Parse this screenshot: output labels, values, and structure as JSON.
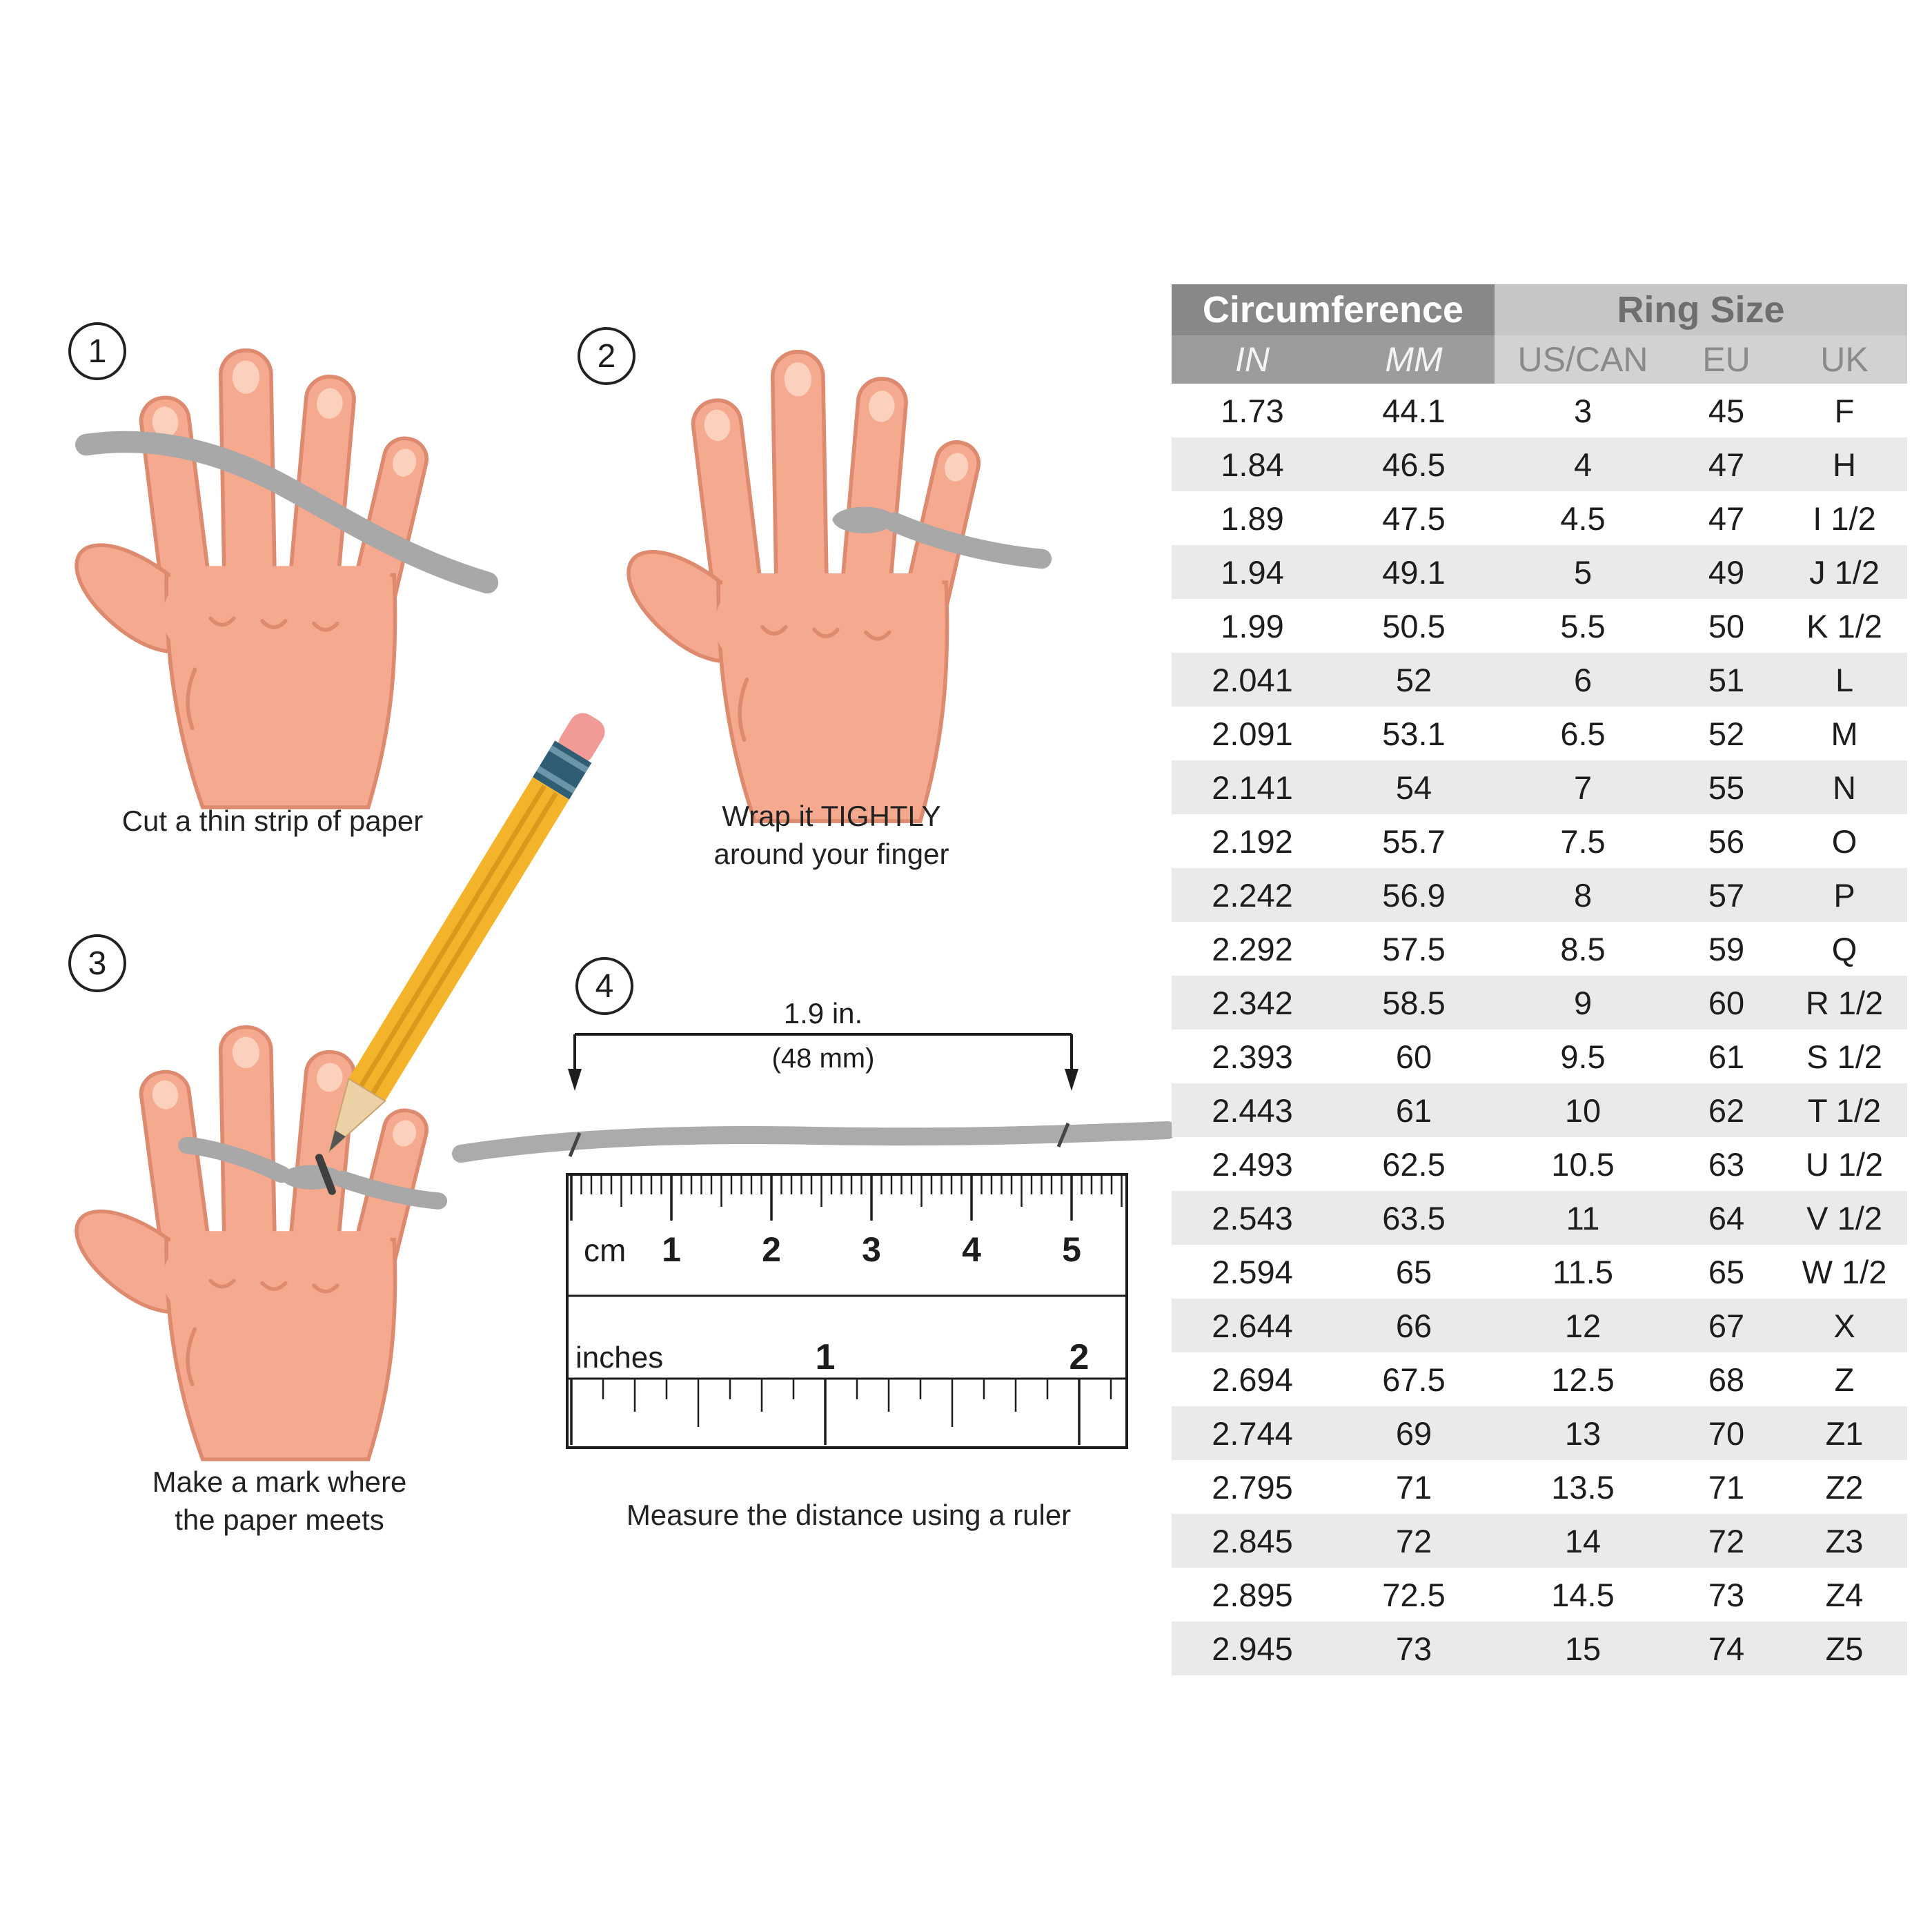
{
  "steps": [
    {
      "number": "1",
      "caption": "Cut a thin strip of paper"
    },
    {
      "number": "2",
      "caption": "Wrap it TIGHTLY\naround your finger"
    },
    {
      "number": "3",
      "caption": "Make a mark where\nthe paper meets"
    },
    {
      "number": "4",
      "caption": "Measure the distance using a ruler"
    }
  ],
  "measurement": {
    "label_top": "1.9 in.",
    "label_bottom": "(48 mm)"
  },
  "ruler": {
    "cm_label": "cm",
    "cm_numbers": [
      "1",
      "2",
      "3",
      "4",
      "5"
    ],
    "inches_label": "inches",
    "inch_numbers": [
      "1",
      "2"
    ]
  },
  "table": {
    "group_headers": [
      {
        "label": "Circumference",
        "colspan": 2
      },
      {
        "label": "Ring Size",
        "colspan": 3
      }
    ],
    "columns": [
      "IN",
      "MM",
      "US/CAN",
      "EU",
      "UK"
    ],
    "rows": [
      [
        "1.73",
        "44.1",
        "3",
        "45",
        "F"
      ],
      [
        "1.84",
        "46.5",
        "4",
        "47",
        "H"
      ],
      [
        "1.89",
        "47.5",
        "4.5",
        "47",
        "I 1/2"
      ],
      [
        "1.94",
        "49.1",
        "5",
        "49",
        "J 1/2"
      ],
      [
        "1.99",
        "50.5",
        "5.5",
        "50",
        "K 1/2"
      ],
      [
        "2.041",
        "52",
        "6",
        "51",
        "L"
      ],
      [
        "2.091",
        "53.1",
        "6.5",
        "52",
        "M"
      ],
      [
        "2.141",
        "54",
        "7",
        "55",
        "N"
      ],
      [
        "2.192",
        "55.7",
        "7.5",
        "56",
        "O"
      ],
      [
        "2.242",
        "56.9",
        "8",
        "57",
        "P"
      ],
      [
        "2.292",
        "57.5",
        "8.5",
        "59",
        "Q"
      ],
      [
        "2.342",
        "58.5",
        "9",
        "60",
        "R 1/2"
      ],
      [
        "2.393",
        "60",
        "9.5",
        "61",
        "S 1/2"
      ],
      [
        "2.443",
        "61",
        "10",
        "62",
        "T 1/2"
      ],
      [
        "2.493",
        "62.5",
        "10.5",
        "63",
        "U 1/2"
      ],
      [
        "2.543",
        "63.5",
        "11",
        "64",
        "V 1/2"
      ],
      [
        "2.594",
        "65",
        "11.5",
        "65",
        "W 1/2"
      ],
      [
        "2.644",
        "66",
        "12",
        "67",
        "X"
      ],
      [
        "2.694",
        "67.5",
        "12.5",
        "68",
        "Z"
      ],
      [
        "2.744",
        "69",
        "13",
        "70",
        "Z1"
      ],
      [
        "2.795",
        "71",
        "13.5",
        "71",
        "Z2"
      ],
      [
        "2.845",
        "72",
        "14",
        "72",
        "Z3"
      ],
      [
        "2.895",
        "72.5",
        "14.5",
        "73",
        "Z4"
      ],
      [
        "2.945",
        "73",
        "15",
        "74",
        "Z5"
      ]
    ]
  },
  "colors": {
    "skin": "#f5a98f",
    "skin_outline": "#dd8a6e",
    "paper_strip": "#a8a8a8",
    "pencil_yellow": "#f3b42c",
    "pencil_band": "#2f5d73",
    "pencil_eraser": "#f09b97",
    "header_dark": "#888888",
    "header_light": "#c6c6c6",
    "row_alt": "#eaeaea"
  }
}
